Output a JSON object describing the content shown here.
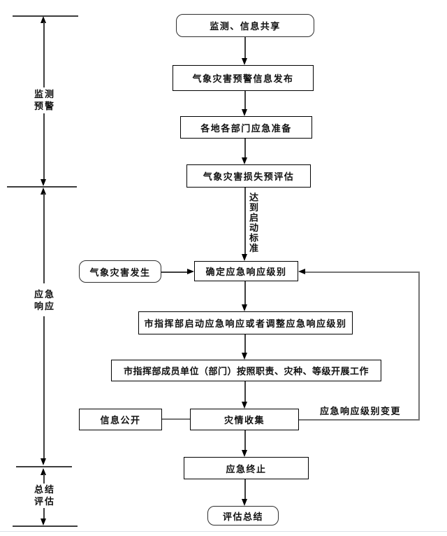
{
  "phases": [
    {
      "line1": "监测",
      "line2": "预警"
    },
    {
      "line1": "应急",
      "line2": "响应"
    },
    {
      "line1": "总结",
      "line2": "评估"
    }
  ],
  "nodes": {
    "monitor_share": "监测、信息共享",
    "warning_release": "气象灾害预警信息发布",
    "preparation": "各地各部门应急准备",
    "pre_assessment": "气象灾害损失预评估",
    "disaster_occurs": "气象灾害发生",
    "determine_level": "确定应急响应级别",
    "start_adjust": "市指挥部启动应急响应或者调整应急响应级别",
    "members_work": "市指挥部成员单位（部门）按照职责、灾种、等级开展工作",
    "info_public": "信息公开",
    "collect": "灾情收集",
    "terminate": "应急终止",
    "summary": "评估总结"
  },
  "edge_labels": {
    "reach_threshold": "达到启动标准",
    "level_change": "应急响应级别变更"
  },
  "colors": {
    "line": "#3d3d3d",
    "feedback_line": "#757575",
    "box_border": "#000000",
    "background": "#ffffff"
  }
}
